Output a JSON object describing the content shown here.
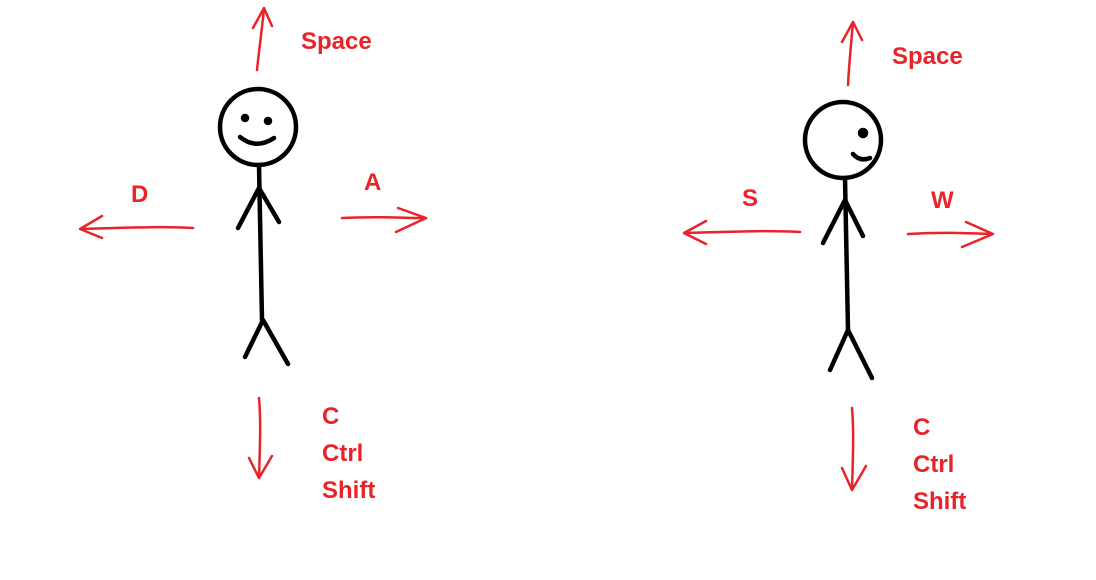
{
  "colors": {
    "arrow": "#e8232a",
    "label": "#e8232a",
    "figure": "#000000",
    "background": "#ffffff"
  },
  "front_view": {
    "up_key": "Space",
    "left_key": "D",
    "right_key": "A",
    "down_keys": [
      "C",
      "Ctrl",
      "Shift"
    ]
  },
  "side_view": {
    "up_key": "Space",
    "left_key": "S",
    "right_key": "W",
    "down_keys": [
      "C",
      "Ctrl",
      "Shift"
    ]
  }
}
